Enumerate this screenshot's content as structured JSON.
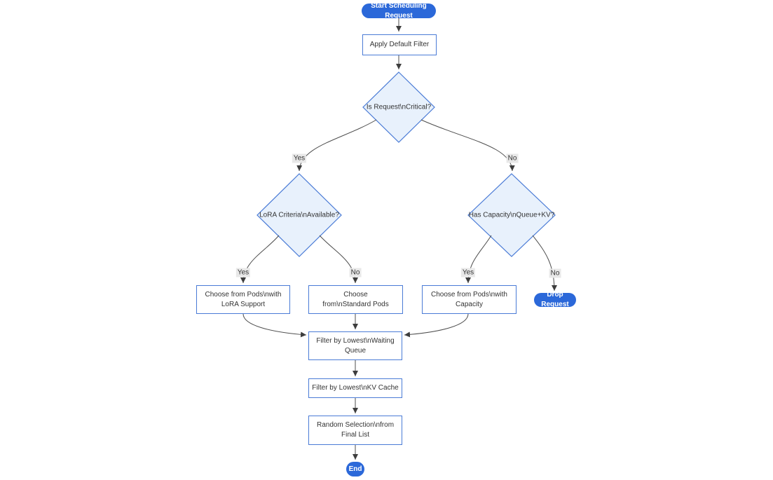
{
  "diagram": {
    "type": "flowchart",
    "direction": "top-down",
    "colors": {
      "accent": "#2b68d9",
      "accent_text": "#ffffff",
      "node_fill": "#ffffff",
      "node_border": "#4a7bd6",
      "decision_fill": "#e8f1fc",
      "edge_label_bg": "#e8e8e8",
      "line": "#4d4d4d",
      "text": "#333333"
    },
    "nodes": {
      "start": {
        "shape": "stadium",
        "label": "Start Scheduling Request"
      },
      "apply_filter": {
        "shape": "rect",
        "label": "Apply Default Filter"
      },
      "is_critical": {
        "shape": "diamond",
        "label": "Is Request\\nCritical?"
      },
      "lora_available": {
        "shape": "diamond",
        "label": "LoRA Criteria\\nAvailable?"
      },
      "has_capacity": {
        "shape": "diamond",
        "label": "Has Capacity\\nQueue+KV?"
      },
      "choose_lora": {
        "shape": "rect",
        "label": "Choose from Pods\\nwith LoRA Support"
      },
      "choose_standard": {
        "shape": "rect",
        "label": "Choose from\\nStandard Pods"
      },
      "choose_capacity": {
        "shape": "rect",
        "label": "Choose from Pods\\nwith Capacity"
      },
      "drop_request": {
        "shape": "stadium",
        "label": "Drop Request"
      },
      "filter_waiting": {
        "shape": "rect",
        "label": "Filter by Lowest\\nWaiting Queue"
      },
      "filter_kv": {
        "shape": "rect",
        "label": "Filter by Lowest\\nKV Cache"
      },
      "random_selection": {
        "shape": "rect",
        "label": "Random Selection\\nfrom Final List"
      },
      "end": {
        "shape": "stadium",
        "label": "End"
      }
    },
    "edges": [
      {
        "from": "start",
        "to": "apply_filter",
        "label": ""
      },
      {
        "from": "apply_filter",
        "to": "is_critical",
        "label": ""
      },
      {
        "from": "is_critical",
        "to": "lora_available",
        "label": "Yes"
      },
      {
        "from": "is_critical",
        "to": "has_capacity",
        "label": "No"
      },
      {
        "from": "lora_available",
        "to": "choose_lora",
        "label": "Yes"
      },
      {
        "from": "lora_available",
        "to": "choose_standard",
        "label": "No"
      },
      {
        "from": "has_capacity",
        "to": "choose_capacity",
        "label": "Yes"
      },
      {
        "from": "has_capacity",
        "to": "drop_request",
        "label": "No"
      },
      {
        "from": "choose_lora",
        "to": "filter_waiting",
        "label": ""
      },
      {
        "from": "choose_standard",
        "to": "filter_waiting",
        "label": ""
      },
      {
        "from": "choose_capacity",
        "to": "filter_waiting",
        "label": ""
      },
      {
        "from": "filter_waiting",
        "to": "filter_kv",
        "label": ""
      },
      {
        "from": "filter_kv",
        "to": "random_selection",
        "label": ""
      },
      {
        "from": "random_selection",
        "to": "end",
        "label": ""
      }
    ]
  }
}
